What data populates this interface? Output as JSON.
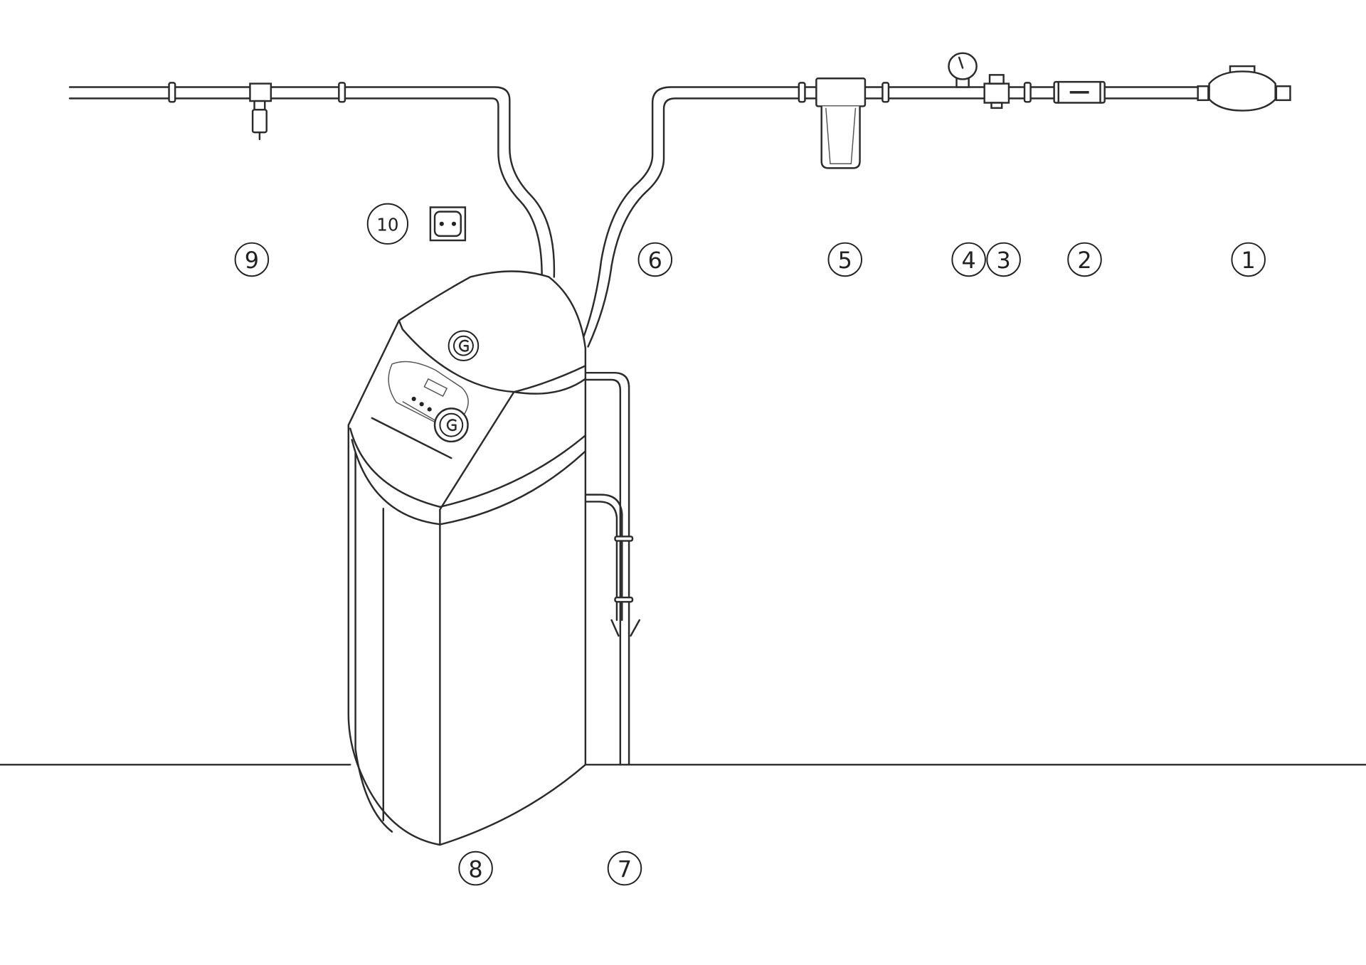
{
  "diagram": {
    "labels": {
      "l1": "1",
      "l2": "2",
      "l3": "3",
      "l4": "4",
      "l5": "5",
      "l6": "6",
      "l7": "7",
      "l8": "8",
      "l9": "9",
      "l10": "10"
    },
    "colors": {
      "line": "#2b2b2b",
      "background": "#ffffff"
    }
  }
}
